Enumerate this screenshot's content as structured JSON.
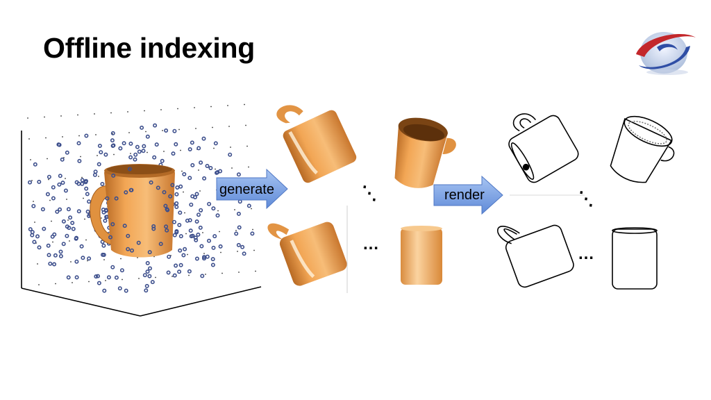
{
  "slide": {
    "title": "Offline indexing"
  },
  "arrows": {
    "generate_label": "generate",
    "render_label": "render"
  },
  "ellipses": {
    "h1": "…",
    "h2": "…",
    "d1": "⋱",
    "d2": "⋱"
  },
  "colors": {
    "arrow_fill": "#6f9be0",
    "mug_orange": "#f0a45a",
    "sample_points": "#3d4f8c"
  },
  "icons": [
    "logo-icon",
    "mug-with-sample-points-image",
    "mug-render-image",
    "mug-sketch-image"
  ]
}
